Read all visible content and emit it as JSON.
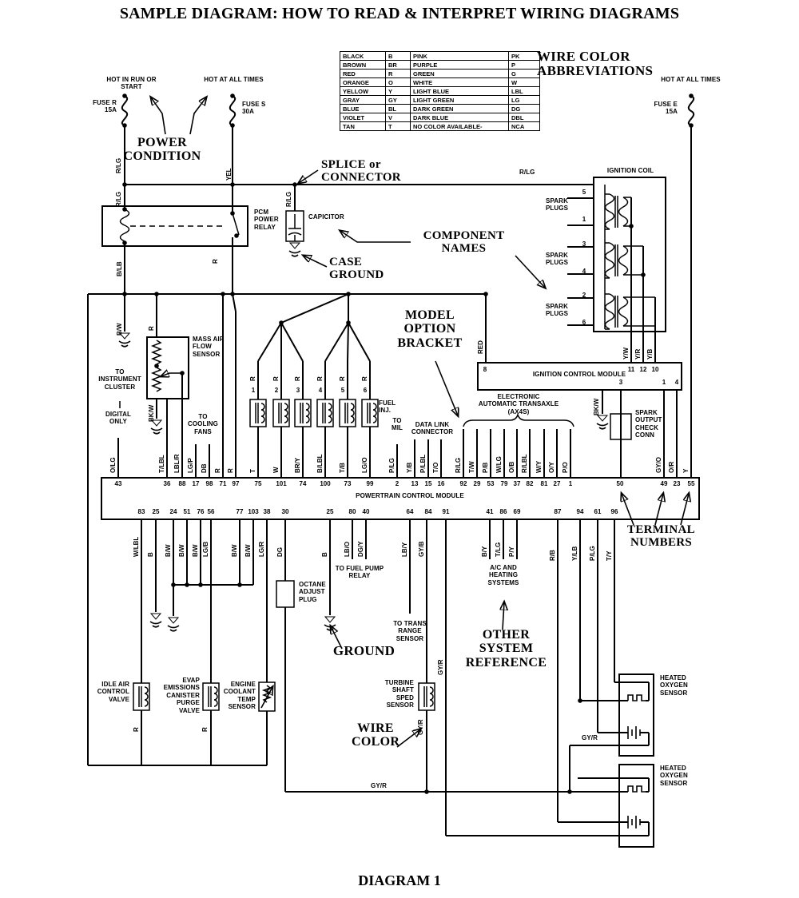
{
  "title": "SAMPLE DIAGRAM: HOW TO READ & INTERPRET WIRING DIAGRAMS",
  "caption": "DIAGRAM 1",
  "abbr": {
    "heading": "WIRE COLOR ABBREVIATIONS",
    "rows": [
      {
        "n1": "BLACK",
        "a1": "B",
        "n2": "PINK",
        "a2": "PK"
      },
      {
        "n1": "BROWN",
        "a1": "BR",
        "n2": "PURPLE",
        "a2": "P"
      },
      {
        "n1": "RED",
        "a1": "R",
        "n2": "GREEN",
        "a2": "G"
      },
      {
        "n1": "ORANGE",
        "a1": "O",
        "n2": "WHITE",
        "a2": "W"
      },
      {
        "n1": "YELLOW",
        "a1": "Y",
        "n2": "LIGHT BLUE",
        "a2": "LBL"
      },
      {
        "n1": "GRAY",
        "a1": "GY",
        "n2": "LIGHT GREEN",
        "a2": "LG"
      },
      {
        "n1": "BLUE",
        "a1": "BL",
        "n2": "DARK GREEN",
        "a2": "DG"
      },
      {
        "n1": "VIOLET",
        "a1": "V",
        "n2": "DARK BLUE",
        "a2": "DBL"
      },
      {
        "n1": "TAN",
        "a1": "T",
        "n2": "NO COLOR AVAILABLE-",
        "a2": "NCA"
      }
    ]
  },
  "callouts": {
    "power_condition": "POWER CONDITION",
    "splice": "SPLICE or CONNECTOR",
    "component_names": "COMPONENT NAMES",
    "case_ground": "CASE GROUND",
    "model_option_bracket": "MODEL OPTION BRACKET",
    "ground": "GROUND",
    "wire_color": "WIRE COLOR",
    "other_system_reference": "OTHER SYSTEM REFERENCE",
    "terminal_numbers": "TERMINAL NUMBERS"
  },
  "components": {
    "hot_in_run": "HOT IN RUN OR START",
    "hot_at_all_times": "HOT AT ALL TIMES",
    "fuse_r": "FUSE R 15A",
    "fuse_s": "FUSE S 30A",
    "fuse_e": "FUSE E 15A",
    "pcm_power_relay": "PCM POWER RELAY",
    "capicitor": "CAPICITOR",
    "ignition_coil": "IGNITION COIL",
    "spark_plugs": "SPARK PLUGS",
    "icm": "IGNITION CONTROL MODULE",
    "spark_output": "SPARK OUTPUT CHECK CONN",
    "maf": "MASS AIR FLOW SENSOR",
    "to_instrument_cluster": "TO INSTRUMENT CLUSTER",
    "digital_only": "DIGITAL ONLY",
    "to_cooling_fans": "TO COOLING FANS",
    "fuel_inj": "FUEL INJ.",
    "to_mil": "TO MIL",
    "data_link": "DATA LINK CONNECTOR",
    "transaxle": "ELECTRONIC AUTOMATIC TRANSAXLE (AX4S)",
    "pcm": "POWERTRAIN CONTROL MODULE",
    "octane": "OCTANE ADJUST PLUG",
    "to_fuel_pump": "TO FUEL PUMP RELAY",
    "to_trans_range": "TO TRANS RANGE SENSOR",
    "ac_heating": "A/C AND HEATING SYSTEMS",
    "idle_air": "IDLE AIR CONTROL VALVE",
    "evap": "EVAP EMISSIONS CANISTER PURGE VALVE",
    "ect": "ENGINE COOLANT TEMP SENSOR",
    "tss": "TURBINE SHAFT SPED SENSOR",
    "ho2s": "HEATED OXYGEN SENSOR",
    "rlg_bus": "R/LG",
    "gyr_bus": "GY/R",
    "gyr_return": "GY/R"
  },
  "pcm_terminals": {
    "top": [
      "43",
      "36",
      "88",
      "17",
      "98",
      "71",
      "97",
      "75",
      "101",
      "74",
      "100",
      "73",
      "99",
      "2",
      "13",
      "15",
      "16",
      "92",
      "29",
      "53",
      "79",
      "37",
      "82",
      "81",
      "27",
      "1",
      "50",
      "49",
      "23",
      "55"
    ],
    "bottom": [
      "83",
      "25",
      "24",
      "51",
      "76",
      "56",
      "77",
      "103",
      "38",
      "30",
      "25",
      "80",
      "40",
      "64",
      "84",
      "91",
      "41",
      "86",
      "69",
      "87",
      "94",
      "61",
      "96"
    ]
  },
  "wires": {
    "top": [
      "O/LG",
      "T/LBL",
      "LBL/R",
      "LG/P",
      "DB",
      "R",
      "R",
      "T",
      "W",
      "BR/Y",
      "B/LBL",
      "T/B",
      "LG/O",
      "P/LG",
      "Y/B",
      "P/LBL",
      "T/O",
      "R/LG",
      "T/W",
      "P/B",
      "W/LG",
      "O/B",
      "R/LBL",
      "W/Y",
      "O/Y",
      "P/O",
      "GY/O",
      "O/R",
      "Y"
    ],
    "bottom": [
      "W/LBL",
      "B",
      "B/W",
      "B/W",
      "B/W",
      "LG/B",
      "B/W",
      "B/W",
      "LG/R",
      "DG",
      "B",
      "LB/O",
      "DG/Y",
      "LB/Y",
      "GY/B",
      "GY/R",
      "B/Y",
      "T/LG",
      "P/Y",
      "R/B",
      "Y/LB",
      "P/LG",
      "T/Y"
    ],
    "inj_r": [
      "R",
      "R",
      "R",
      "R",
      "R",
      "R"
    ],
    "coil_out": [
      "Y/W",
      "Y/R",
      "Y/B"
    ],
    "misc_v": [
      "R/LG",
      "R/LG",
      "YEL",
      "R/LG",
      "B/LB",
      "B/W",
      "R",
      "R",
      "RED",
      "BK/W",
      "BK/W",
      "GY/R",
      "R",
      "R"
    ]
  },
  "numbers": {
    "injectors": [
      "1",
      "2",
      "3",
      "4",
      "5",
      "6"
    ],
    "plugs": [
      "5",
      "1",
      "3",
      "4",
      "2",
      "6"
    ],
    "icm": [
      "8",
      "11",
      "12",
      "10",
      "3",
      "1",
      "4"
    ]
  }
}
